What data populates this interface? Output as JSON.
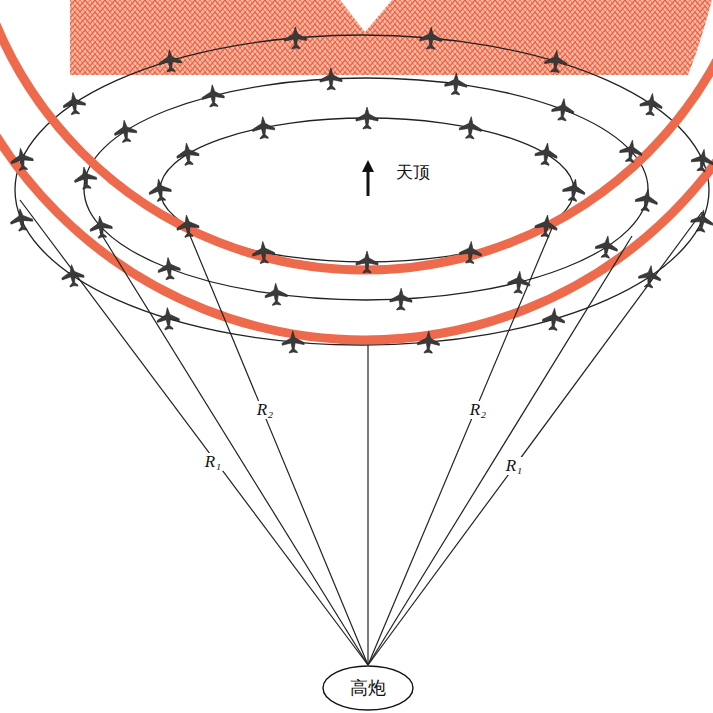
{
  "diagram": {
    "nodes": [
      {
        "text": [
          "高炮"
        ]
      }
    ],
    "labels": [
      "天顶",
      "R₂",
      "R₂",
      "R₁",
      "R₁"
    ]
  }
}
